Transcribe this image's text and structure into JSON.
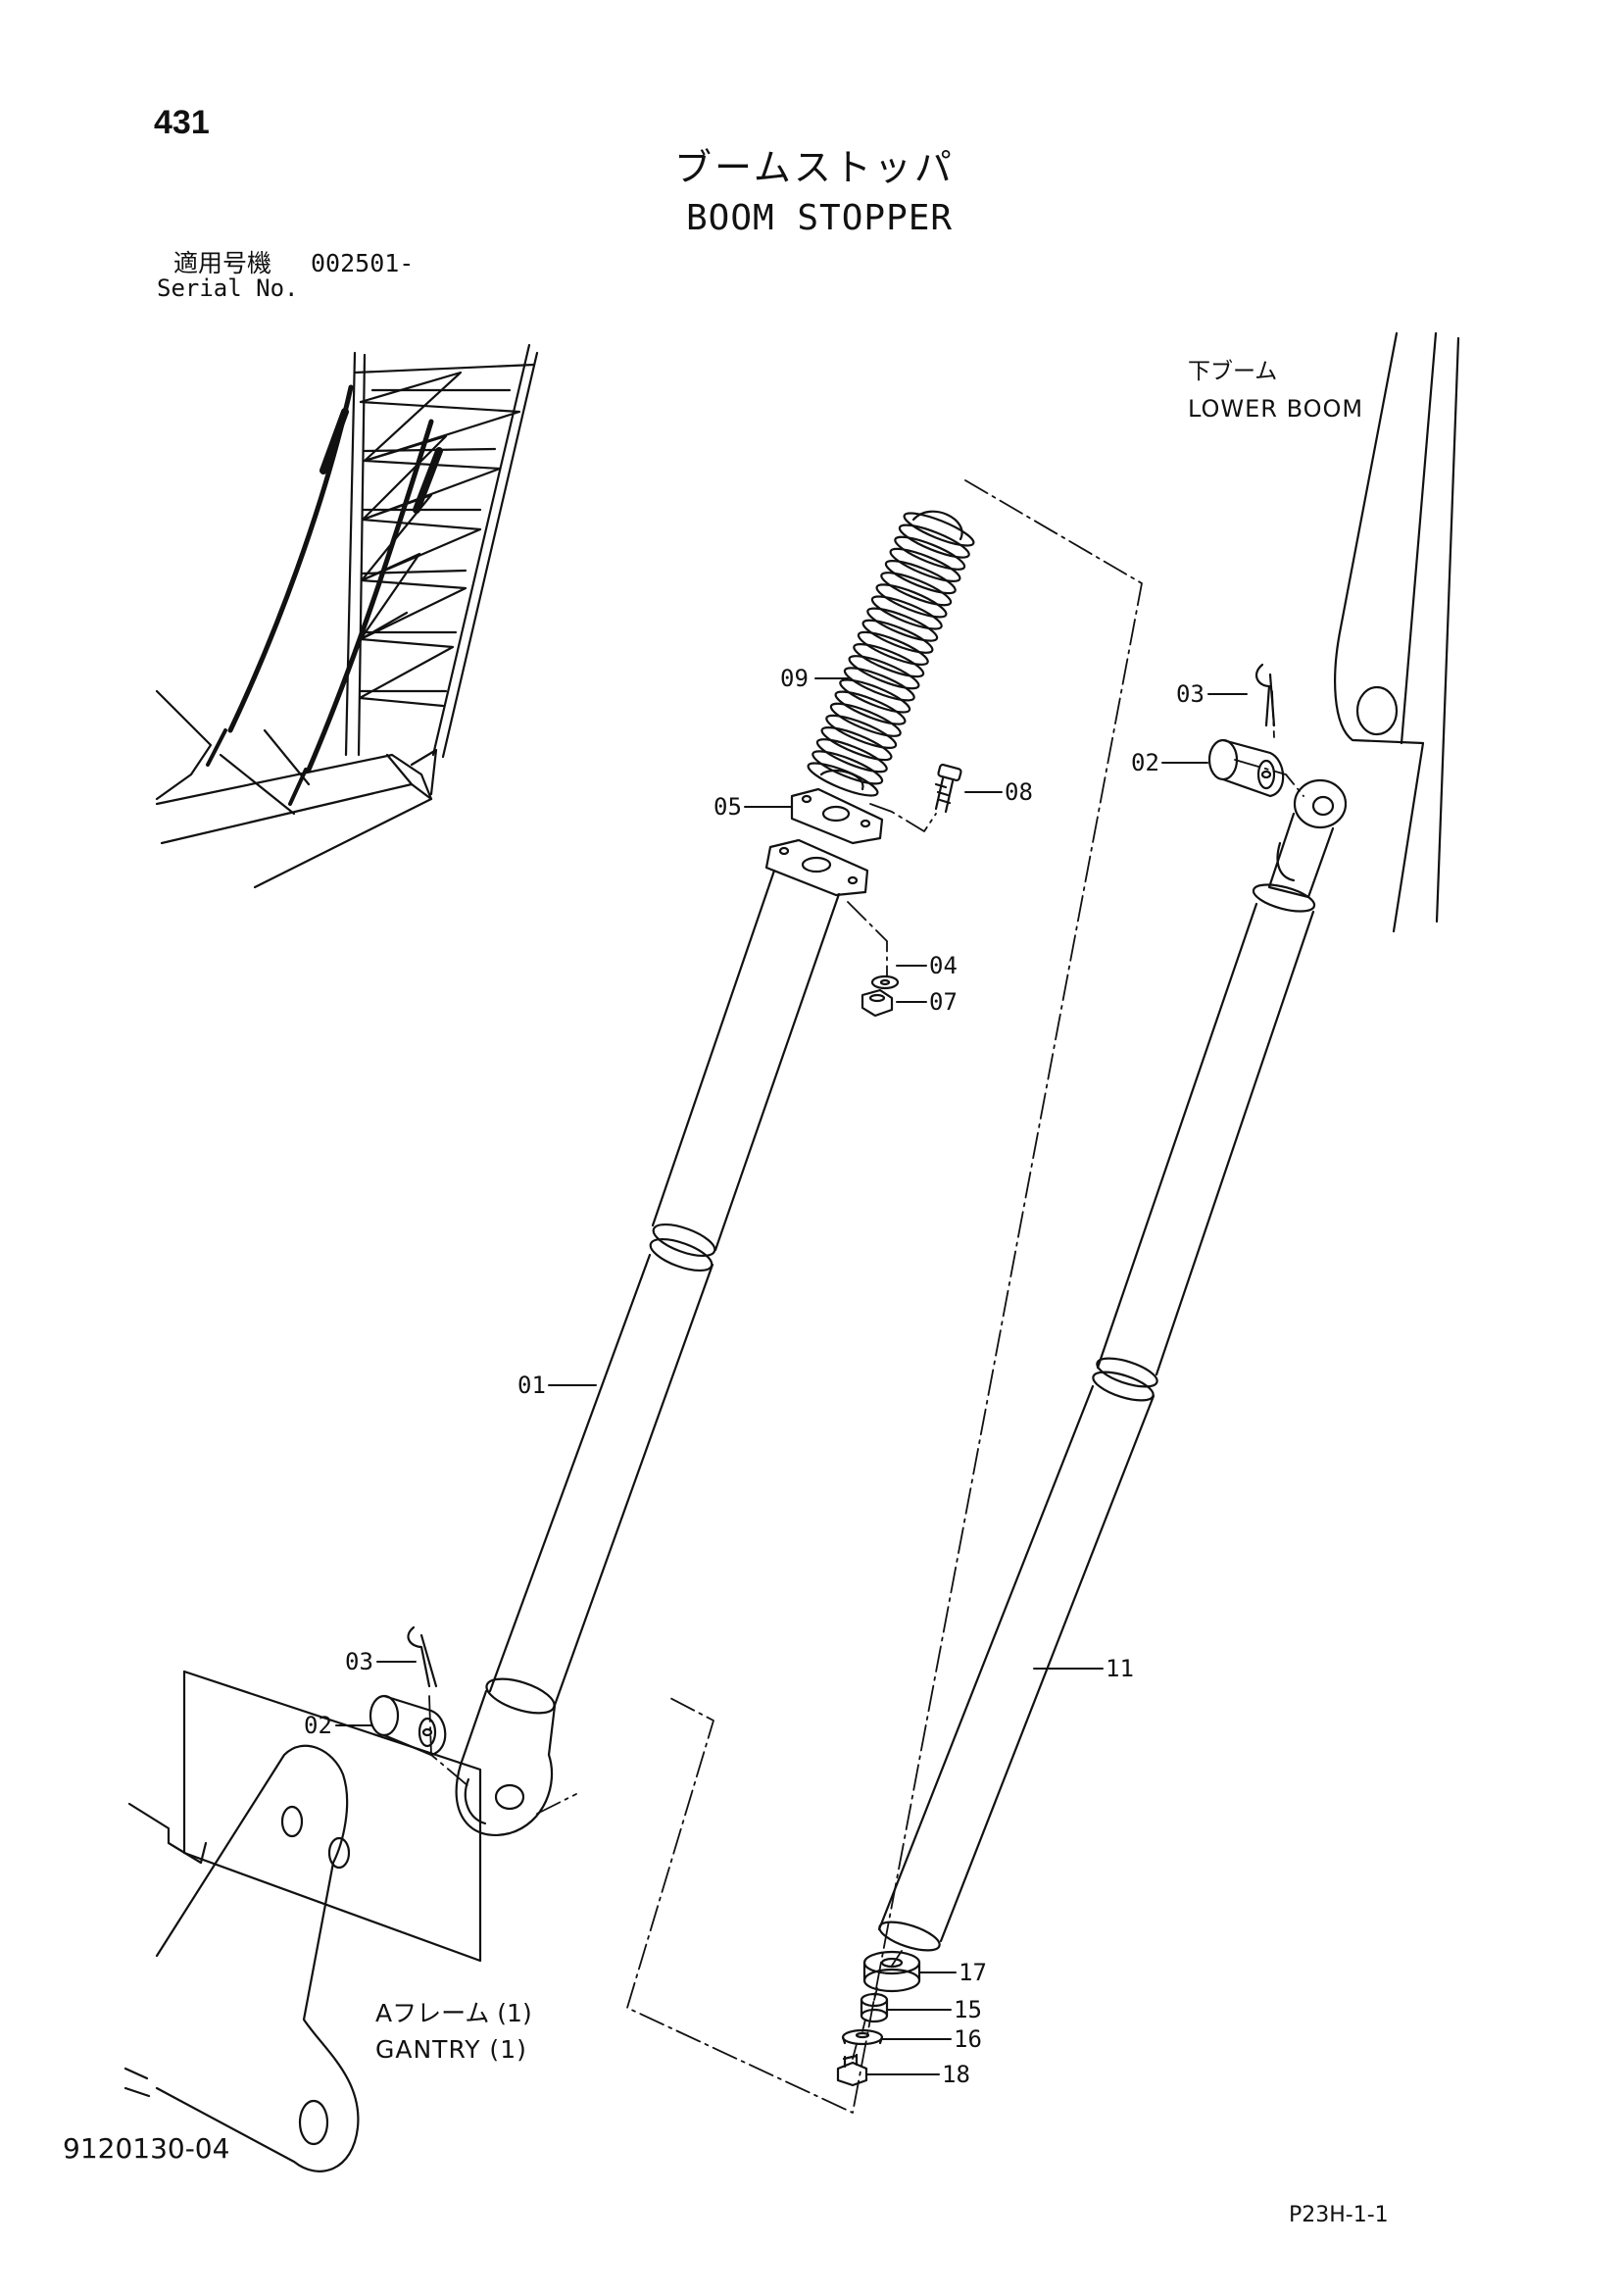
{
  "page": {
    "page_number": "431",
    "title_jp": "ブームストッパ",
    "title_en": "BOOM STOPPER",
    "serial_label_jp": "適用号機",
    "serial_value": "002501-",
    "serial_label_en": "Serial No.",
    "drawing_number": "9120130-04",
    "page_code": "P23H-1-1"
  },
  "labels": {
    "lower_boom_jp": "下ブーム",
    "lower_boom_en": "LOWER BOOM",
    "gantry_jp": "Aフレーム (1)",
    "gantry_en": "GANTRY (1)"
  },
  "callouts": [
    {
      "id": "c09",
      "text": "09"
    },
    {
      "id": "c08",
      "text": "08"
    },
    {
      "id": "c05",
      "text": "05"
    },
    {
      "id": "c04",
      "text": "04"
    },
    {
      "id": "c07",
      "text": "07"
    },
    {
      "id": "c01",
      "text": "01"
    },
    {
      "id": "c03a",
      "text": "03"
    },
    {
      "id": "c02a",
      "text": "02"
    },
    {
      "id": "c03b",
      "text": "03"
    },
    {
      "id": "c02b",
      "text": "02"
    },
    {
      "id": "c11",
      "text": "11"
    },
    {
      "id": "c17",
      "text": "17"
    },
    {
      "id": "c15",
      "text": "15"
    },
    {
      "id": "c16",
      "text": "16"
    },
    {
      "id": "c18",
      "text": "18"
    }
  ],
  "colors": {
    "line": "#111111",
    "background": "#ffffff"
  }
}
